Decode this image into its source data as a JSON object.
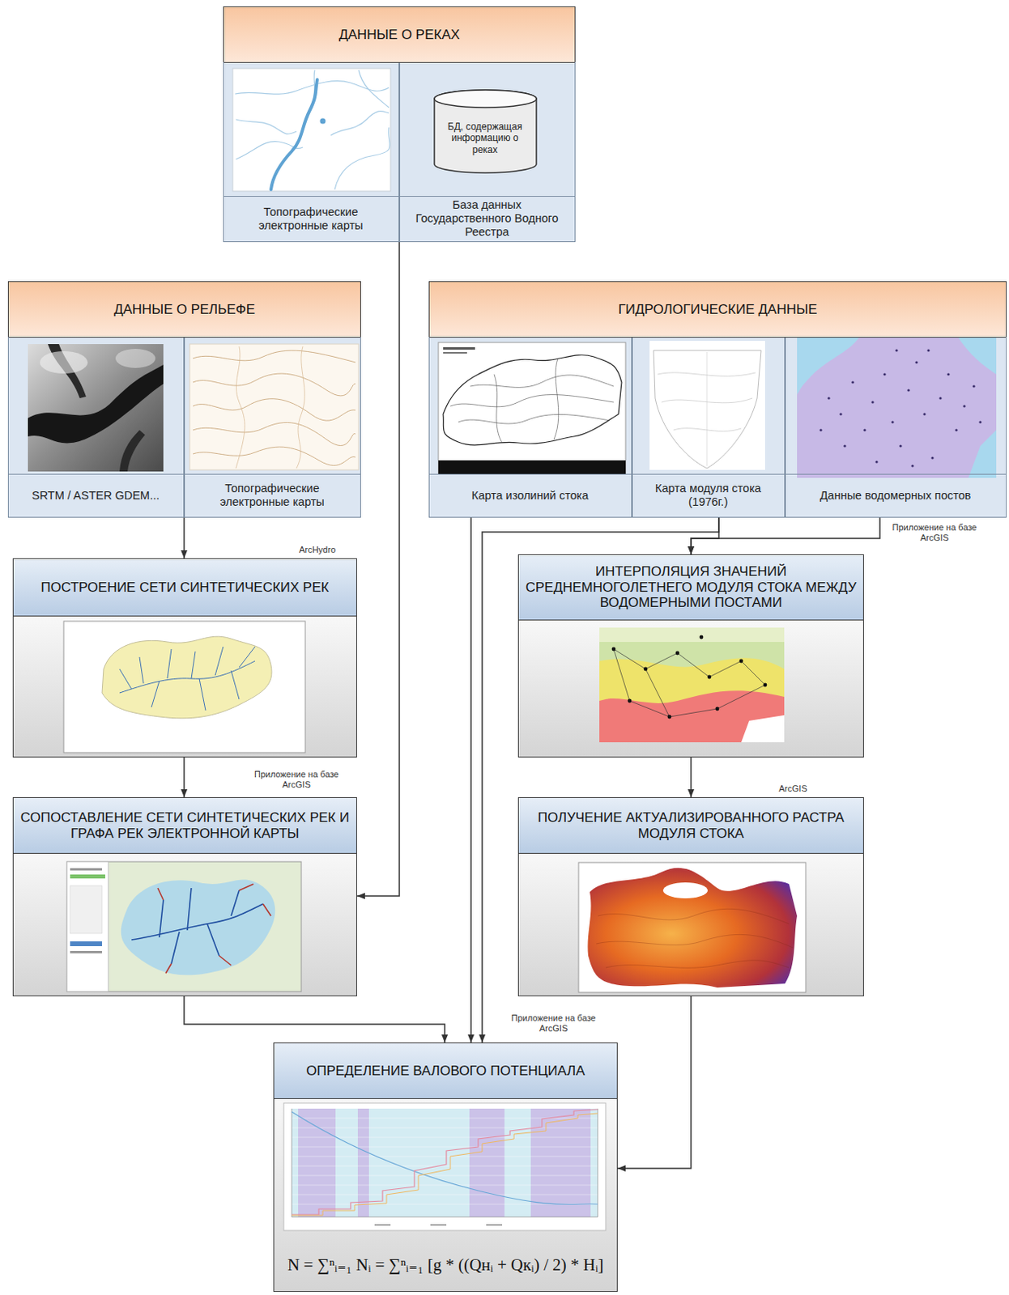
{
  "diagram": {
    "nodes": [
      {
        "text": [
          "ДАННЫЕ О РЕКАХ"
        ]
      },
      {
        "text": [
          "Топографические электронные карты"
        ],
        "in": 0
      },
      {
        "text": [
          "База данных Государственного Водного Реестра"
        ],
        "in": 0
      },
      {
        "text": [
          "БД, содержащая информацию о реках"
        ],
        "in": 2
      },
      {
        "text": [
          "ДАННЫЕ О РЕЛЬЕФЕ"
        ]
      },
      {
        "text": [
          "SRTM / ASTER GDEM..."
        ],
        "in": 4
      },
      {
        "text": [
          "Топографические электронные карты"
        ],
        "in": 4
      },
      {
        "text": [
          "ГИДРОЛОГИЧЕСКИЕ ДАННЫЕ"
        ]
      },
      {
        "text": [
          "Карта изолиний стока"
        ],
        "in": 7
      },
      {
        "text": [
          "Карта модуля стока (1976г.)"
        ],
        "in": 7
      },
      {
        "text": [
          "Данные водомерных постов"
        ],
        "in": 7
      },
      {
        "text": [
          "ПОСТРОЕНИЕ СЕТИ СИНТЕТИЧЕСКИХ РЕК"
        ]
      },
      {
        "text": [
          "СОПОСТАВЛЕНИЕ СЕТИ СИНТЕТИЧЕСКИХ РЕК И ГРАФА РЕК ЭЛЕКТРОННОЙ КАРТЫ"
        ]
      },
      {
        "text": [
          "ИНТЕРПОЛЯЦИЯ ЗНАЧЕНИЙ СРЕДНЕМНОГОЛЕТНЕГО МОДУЛЯ СТОКА МЕЖДУ ВОДОМЕРНЫМИ ПОСТАМИ"
        ]
      },
      {
        "text": [
          "ПОЛУЧЕНИЕ АКТУАЛИЗИРОВАННОГО РАСТРА МОДУЛЯ СТОКА"
        ]
      },
      {
        "text": [
          "ОПРЕДЕЛЕНИЕ ВАЛОВОГО ПОТЕНЦИАЛА",
          "N = ∑ⁿᵢ₌₁ Nᵢ = ∑ⁿᵢ₌₁ [g * ((Qнᵢ + Qкᵢ) / 2) * Hᵢ]"
        ]
      }
    ],
    "edges": [
      {
        "from": 0,
        "to": 12,
        "arrow": "to"
      },
      {
        "from": 4,
        "to": 11,
        "arrow": "to",
        "label": "ArcHydro"
      },
      {
        "from": 11,
        "to": 12,
        "arrow": "to",
        "label": "Приложение на базе ArcGIS"
      },
      {
        "from": 12,
        "to": 15,
        "arrow": "to"
      },
      {
        "from": 8,
        "to": 15,
        "arrow": "to"
      },
      {
        "from": 9,
        "to": 15,
        "arrow": "to"
      },
      {
        "from": 9,
        "to": 13,
        "arrow": "to"
      },
      {
        "from": 10,
        "to": 13,
        "arrow": "to"
      },
      {
        "from": 13,
        "to": 14,
        "arrow": "to",
        "label": "ArcGIS"
      },
      {
        "from": 14,
        "to": 15,
        "arrow": "to"
      }
    ],
    "labels": [
      "Приложение на базе ArcGIS",
      "Приложение на базе ArcGIS"
    ]
  }
}
